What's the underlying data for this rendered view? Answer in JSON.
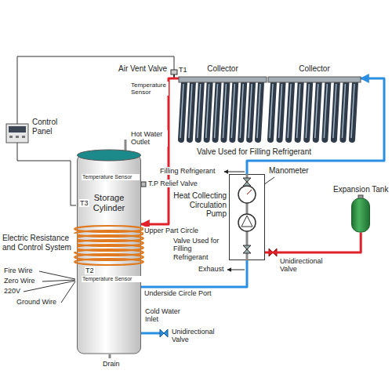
{
  "diagram": {
    "nodes": [
      {
        "text": [
          "Collector"
        ]
      },
      {
        "text": [
          "Collector"
        ]
      },
      {
        "text": [
          "Storage Cylinder"
        ]
      },
      {
        "text": [
          "Control Panel"
        ]
      },
      {
        "text": [
          "Heat Collecting Circulation Pump"
        ]
      },
      {
        "text": [
          "Expansion Tank"
        ]
      }
    ],
    "edges": [
      {
        "from": 0,
        "to": 2,
        "arrow": "to"
      },
      {
        "from": 4,
        "to": 1,
        "arrow": "to"
      },
      {
        "from": 2,
        "to": 4,
        "arrow": "none"
      },
      {
        "from": 4,
        "to": 5,
        "arrow": "none"
      }
    ],
    "labels": [
      "Air Vent Valve",
      "T1",
      "Temperature Sensor",
      "Hot Water Outlet",
      "Temperature Sensor",
      "T3",
      "T.P Relief Valve",
      "Electric Resistance and Control System",
      "T2",
      "Temperature Sensor",
      "Upper Part Circle",
      "Underside Circle Port",
      "Fire Wire",
      "Zero Wire",
      "220V",
      "Ground Wire",
      "Cold Water Inlet",
      "Unidirectional Valve",
      "Drain",
      "Valve Used for Filling Refrigerant",
      "Filling Refrigerant",
      "Manometer",
      "Valve Used for Filling Refrigerant",
      "Exhaust",
      "Unidirectional Valve"
    ]
  }
}
